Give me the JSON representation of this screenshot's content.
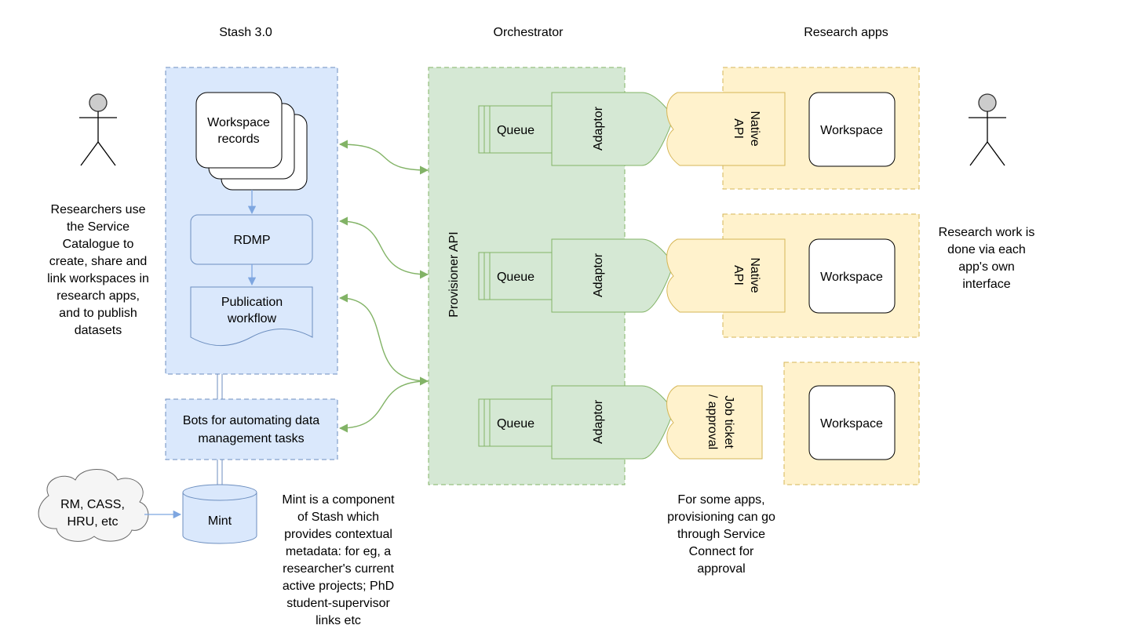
{
  "columns": {
    "stash": "Stash 3.0",
    "orchestrator": "Orchestrator",
    "research_apps": "Research apps"
  },
  "stash": {
    "workspace_records": [
      "Workspace",
      "records"
    ],
    "rdmp": "RDMP",
    "publication_workflow": [
      "Publication",
      "workflow"
    ],
    "bots": [
      "Bots for automating data",
      "management tasks"
    ],
    "mint": "Mint"
  },
  "external_sources": [
    "RM, CASS,",
    "HRU, etc"
  ],
  "orchestrator": {
    "provisioner_api": "Provisioner API",
    "rows": [
      {
        "queue": "Queue",
        "adaptor": "Adaptor"
      },
      {
        "queue": "Queue",
        "adaptor": "Adaptor"
      },
      {
        "queue": "Queue",
        "adaptor": "Adaptor"
      }
    ]
  },
  "apps": [
    {
      "interface": [
        "Native",
        "API"
      ],
      "workspace": "Workspace"
    },
    {
      "interface": [
        "Native",
        "API"
      ],
      "workspace": "Workspace"
    },
    {
      "interface": [
        "Job ticket",
        "/ approval"
      ],
      "workspace": "Workspace"
    }
  ],
  "notes": {
    "researchers": [
      "Researchers use",
      "the Service",
      "Catalogue to",
      "create, share and",
      "link workspaces in",
      "research apps,",
      "and to publish",
      "datasets"
    ],
    "research_work": [
      "Research work is",
      "done via each",
      "app's own",
      "interface"
    ],
    "mint": [
      "Mint is a component",
      "of Stash which",
      "provides contextual",
      "metadata: for eg, a",
      "researcher's current",
      "active projects; PhD",
      "student-supervisor",
      "links etc"
    ],
    "service_connect": [
      "For some apps,",
      "provisioning can go",
      "through Service",
      "Connect for",
      "approval"
    ]
  },
  "colors": {
    "stash_fill": "#dae8fc",
    "stash_stroke": "#6c8ebf",
    "orchestrator_fill": "#d5e8d4",
    "orchestrator_stroke": "#82b366",
    "apps_fill": "#fff2cc",
    "apps_stroke": "#d6b656",
    "connector_green": "#82b366",
    "connector_blue": "#7ea6e0"
  }
}
